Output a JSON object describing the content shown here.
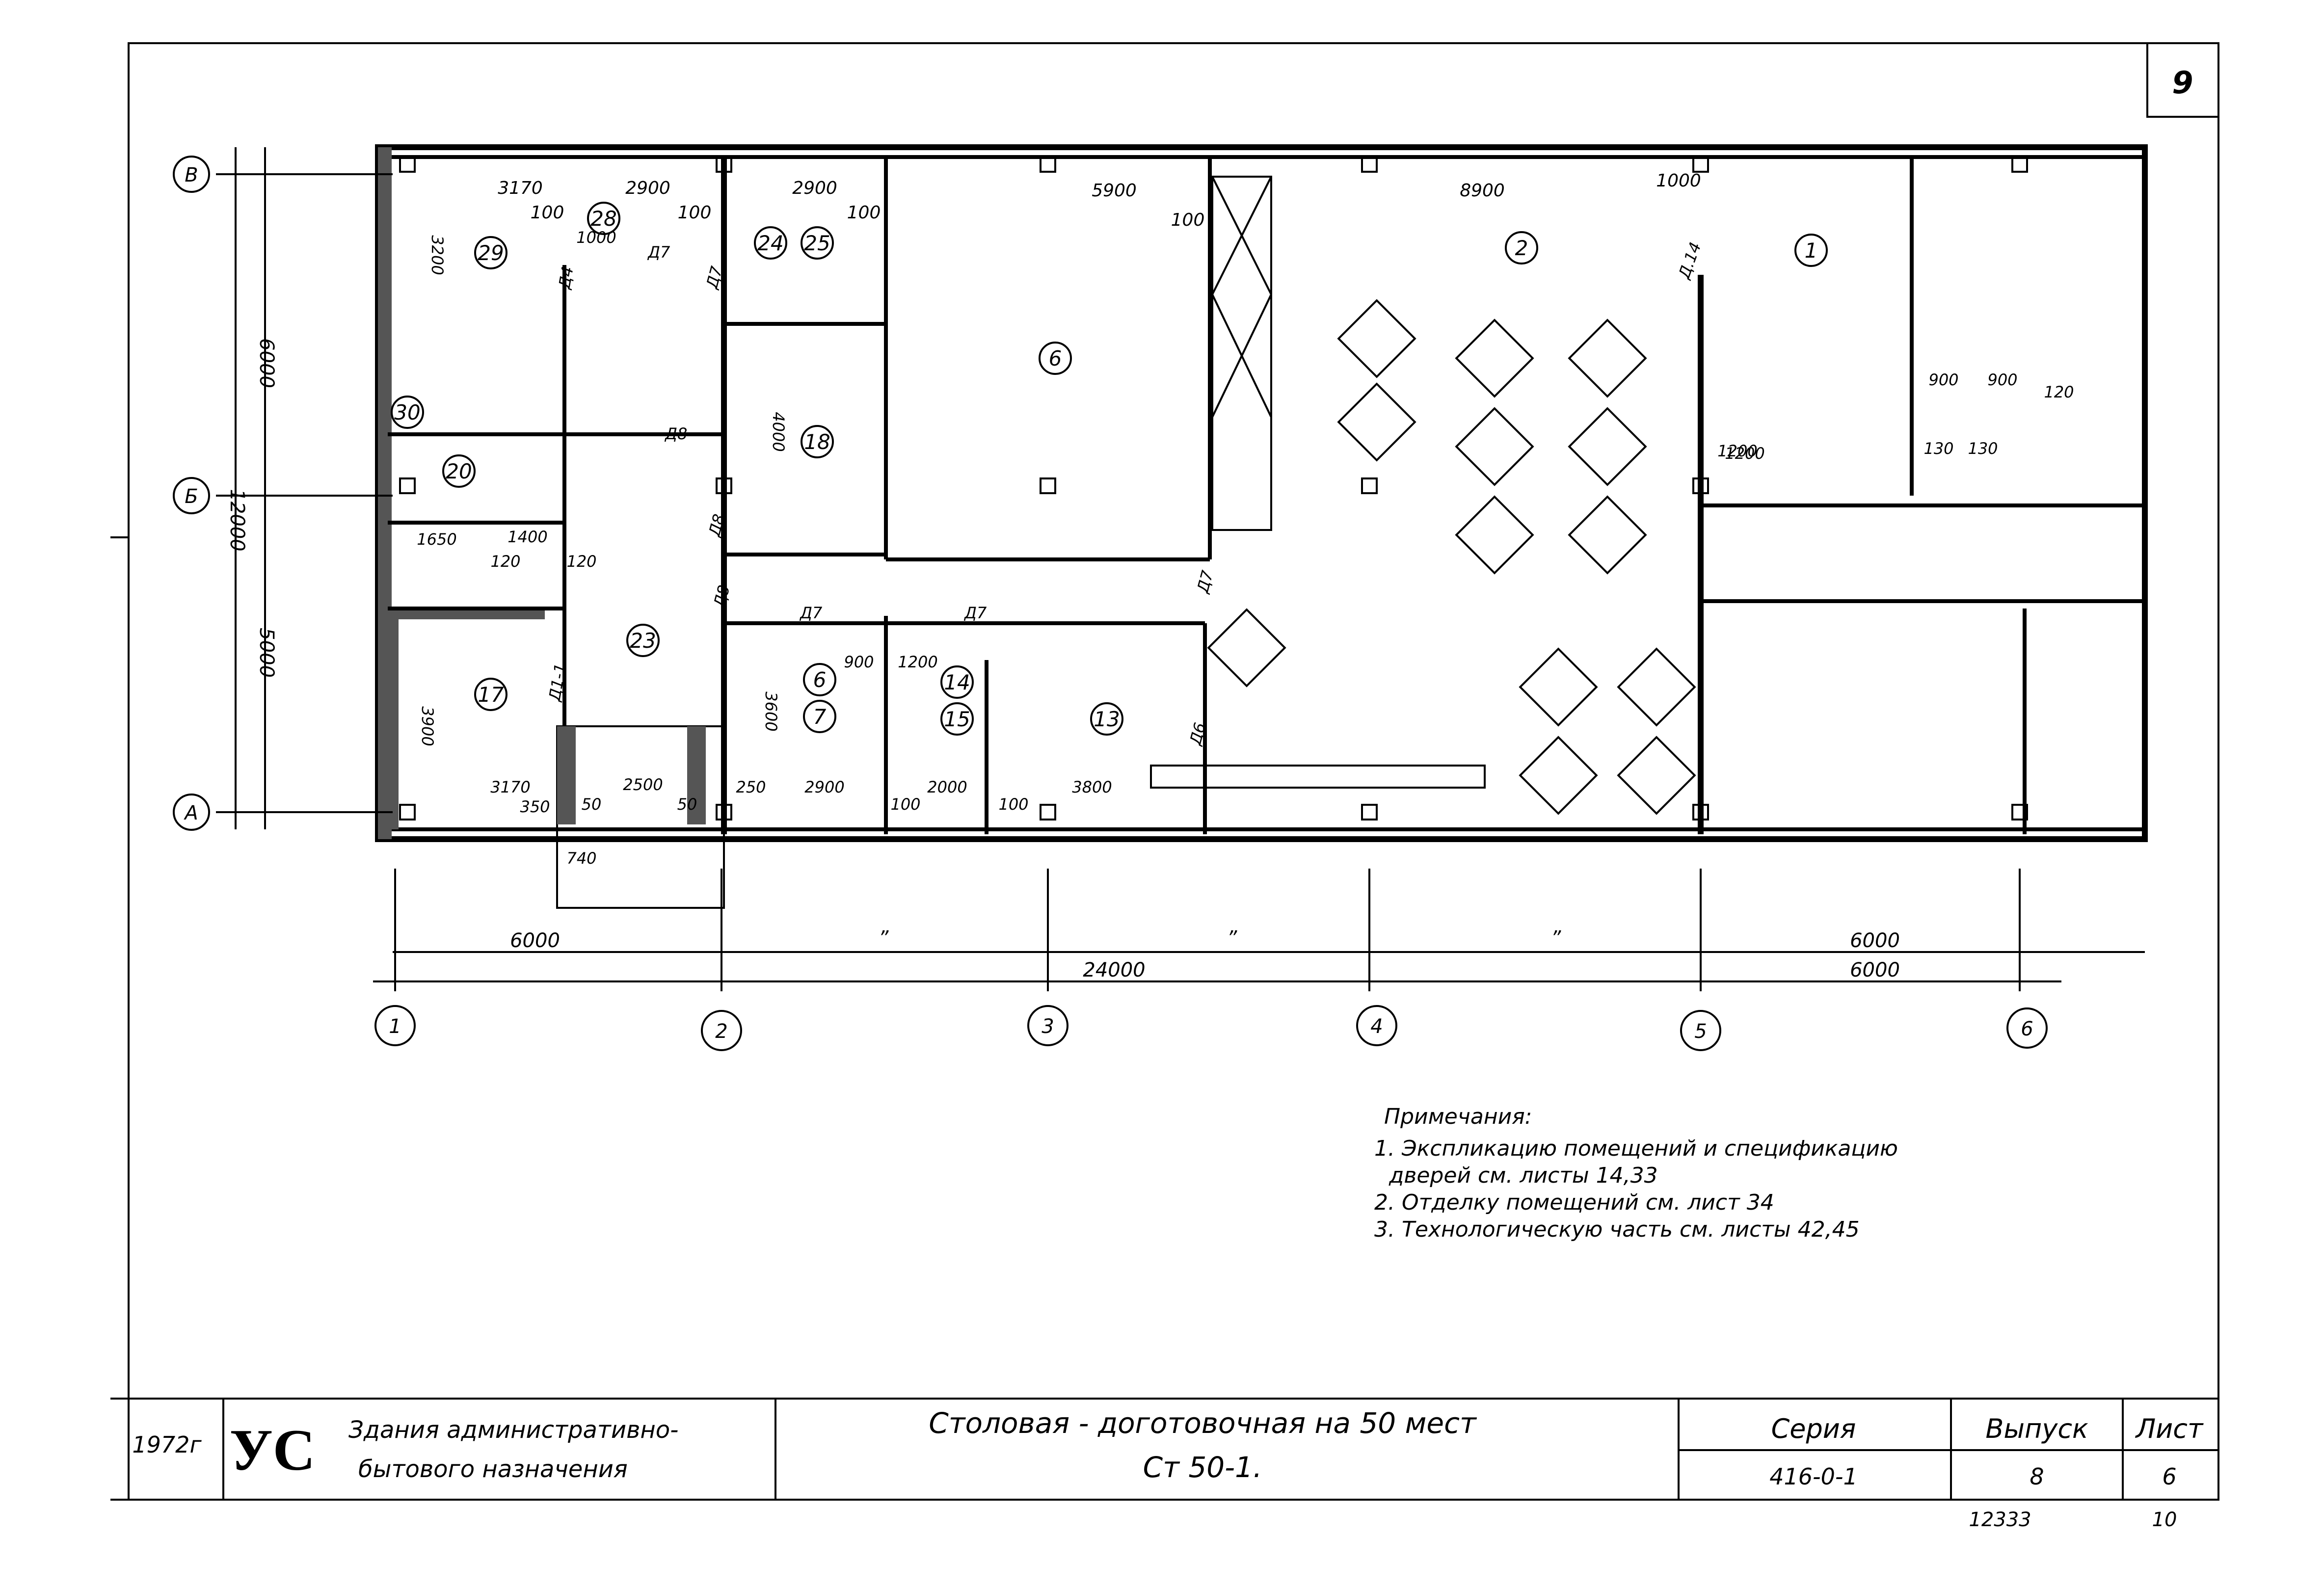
{
  "sheet": {
    "corner_number": "9"
  },
  "axes": {
    "horizontal": [
      "1",
      "2",
      "3",
      "4",
      "5",
      "6"
    ],
    "vertical": [
      "В",
      "Б",
      "А"
    ]
  },
  "rooms": [
    "29",
    "28",
    "24",
    "25",
    "30",
    "20",
    "23",
    "17",
    "18",
    "6",
    "7",
    "6",
    "14",
    "15",
    "13",
    "2",
    "1"
  ],
  "dims_top": [
    "3170",
    "2900",
    "2900",
    "5900",
    "8900",
    "100",
    "100",
    "100",
    "100",
    "1000"
  ],
  "dims_left": [
    "6000",
    "5000",
    "12000"
  ],
  "dims_internal": [
    "1000",
    "3200",
    "1650",
    "1400",
    "120",
    "120",
    "3900",
    "3170",
    "250",
    "2900",
    "2000",
    "3800",
    "100",
    "100",
    "2500",
    "350",
    "50",
    "50",
    "740",
    "900",
    "1200",
    "1200",
    "4000",
    "3600",
    "900",
    "900",
    "120",
    "130",
    "130",
    "1200"
  ],
  "door_tags": [
    "Д7",
    "Д8",
    "Д7",
    "Д8",
    "Д7",
    "Д7",
    "Д8",
    "Д6",
    "Д7",
    "Д4",
    "Д.14",
    "Д1-1"
  ],
  "dims_bottom": {
    "seg1": "6000",
    "seg_marks": [
      "”",
      "”",
      "”"
    ],
    "seg_right": "6000",
    "overall": "24000",
    "overall_right": "6000"
  },
  "notes": {
    "heading": "Примечания:",
    "lines": [
      "1. Экспликацию помещений и спецификацию",
      "дверей см. листы 14,33",
      "2. Отделку помещений см. лист 34",
      "3. Технологическую часть см. листы 42,45"
    ]
  },
  "title_block": {
    "year": "1972г",
    "logo": "УС",
    "category_line1": "Здания административно-",
    "category_line2": "бытового назначения",
    "title_line1": "Столовая - доготовочная на 50 мест",
    "title_line2": "Ст 50-1.",
    "series_label": "Серия",
    "series_value": "416-0-1",
    "issue_label": "Выпуск",
    "issue_value": "8",
    "sheet_label": "Лист",
    "sheet_value": "6",
    "footer_code": "12333",
    "footer_page": "10"
  }
}
